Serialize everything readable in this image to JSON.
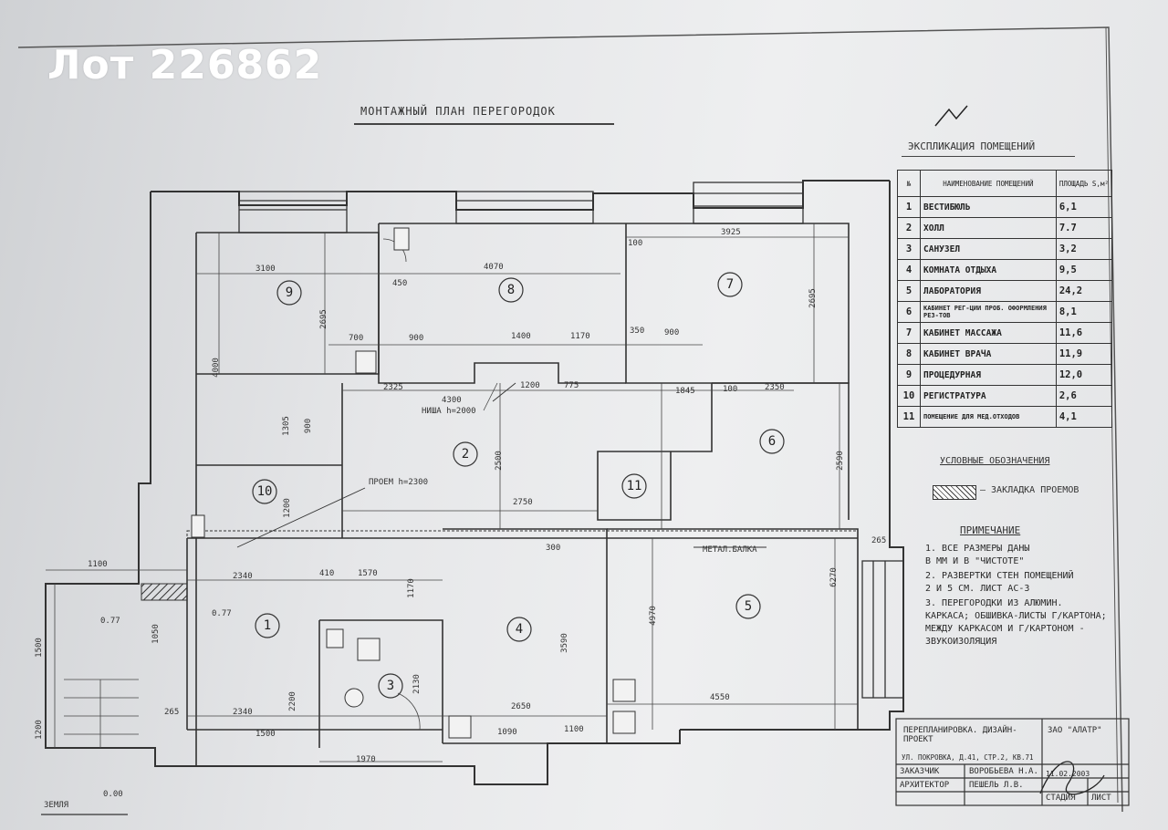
{
  "lot_label": "Лот 226862",
  "plan_title": "МОНТАЖНЫЙ ПЛАН ПЕРЕГОРОДОК",
  "explication": {
    "title": "ЭКСПЛИКАЦИЯ ПОМЕЩЕНИЙ",
    "header": {
      "num": "№",
      "name": "НАИМЕНОВАНИЕ ПОМЕЩЕНИЙ",
      "area": "ПЛОЩАДЬ S,м²"
    },
    "rows": [
      {
        "num": "1",
        "name": "ВЕСТИБЮЛЬ",
        "area": "6,1"
      },
      {
        "num": "2",
        "name": "ХОЛЛ",
        "area": "7.7"
      },
      {
        "num": "3",
        "name": "САНУЗЕЛ",
        "area": "3,2"
      },
      {
        "num": "4",
        "name": "КОМНАТА ОТДЫХА",
        "area": "9,5"
      },
      {
        "num": "5",
        "name": "ЛАБОРАТОРИЯ",
        "area": "24,2"
      },
      {
        "num": "6",
        "name": "КАБИНЕТ РЕГ-ЦИИ ПРОБ. ОФОРМЛЕНИЯ РЕЗ-ТОВ",
        "area": "8,1"
      },
      {
        "num": "7",
        "name": "КАБИНЕТ МАССАЖА",
        "area": "11,6"
      },
      {
        "num": "8",
        "name": "КАБИНЕТ ВРАЧА",
        "area": "11,9"
      },
      {
        "num": "9",
        "name": "ПРОЦЕДУРНАЯ",
        "area": "12,0"
      },
      {
        "num": "10",
        "name": "РЕГИСТРАТУРА",
        "area": "2,6"
      },
      {
        "num": "11",
        "name": "ПОМЕЩЕНИЕ ДЛЯ МЕД.ОТХОДОВ",
        "area": "4,1"
      }
    ]
  },
  "legend": {
    "title": "УСЛОВНЫЕ ОБОЗНАЧЕНИЯ",
    "item": "— ЗАКЛАДКА ПРОЕМОВ"
  },
  "notes": {
    "title": "ПРИМЕЧАНИЕ",
    "lines": [
      "1. ВСЕ РАЗМЕРЫ ДАНЫ",
      "В ММ И В \"ЧИСТОТЕ\"",
      "2. РАЗВЕРТКИ СТЕН ПОМЕЩЕНИЙ",
      "2 И 5 СМ. ЛИСТ АС-3",
      "3. ПЕРЕГОРОДКИ ИЗ АЛЮМИН.",
      "КАРКАСА; ОБШИВКА-ЛИСТЫ Г/КАРТОНА;",
      "МЕЖДУ КАРКАСОМ И Г/КАРТОНОМ -",
      "ЗВУКОИЗОЛЯЦИЯ"
    ]
  },
  "stamp": {
    "project": "ПЕРЕПЛАНИРОВКА. ДИЗАЙН-ПРОЕКТ",
    "address": "УЛ. ПОКРОВКА, Д.41, СТР.2, КВ.71",
    "company": "ЗАО \"АЛАТР\"",
    "customer_label": "ЗАКАЗЧИК",
    "customer": "ВОРОБЬЕВА Н.А.",
    "architect_label": "АРХИТЕКТОР",
    "architect": "ПЕШЕЛЬ Л.В.",
    "date": "11.02.2003",
    "stage_label": "СТАДИЯ",
    "sheet_label": "ЛИСТ"
  },
  "room_numbers": [
    "1",
    "2",
    "3",
    "4",
    "5",
    "6",
    "7",
    "8",
    "9",
    "10",
    "11"
  ],
  "plan_labels": {
    "niche": "НИША h=2000",
    "opening": "ПРОЕМ h=2300",
    "beam": "МЕТАЛ.БАЛКА",
    "level1": "0.77",
    "level2": "0.77",
    "ground": "ЗЕМЛЯ",
    "zero": "0.00"
  },
  "dimensions": [
    "3100",
    "4070",
    "3925",
    "2695",
    "4000",
    "2695",
    "700",
    "900",
    "1400",
    "1170",
    "900",
    "2325",
    "4300",
    "1200",
    "775",
    "1845",
    "2350",
    "1305",
    "900",
    "2500",
    "2750",
    "1200",
    "2340",
    "410",
    "1570",
    "1170",
    "4970",
    "6270",
    "2590",
    "2650",
    "3590",
    "4550",
    "2340",
    "1500",
    "1970",
    "1100",
    "1500",
    "1200",
    "265",
    "265",
    "100",
    "100",
    "450",
    "350",
    "300",
    "2130",
    "2200",
    "1050",
    "1090",
    "1100"
  ]
}
